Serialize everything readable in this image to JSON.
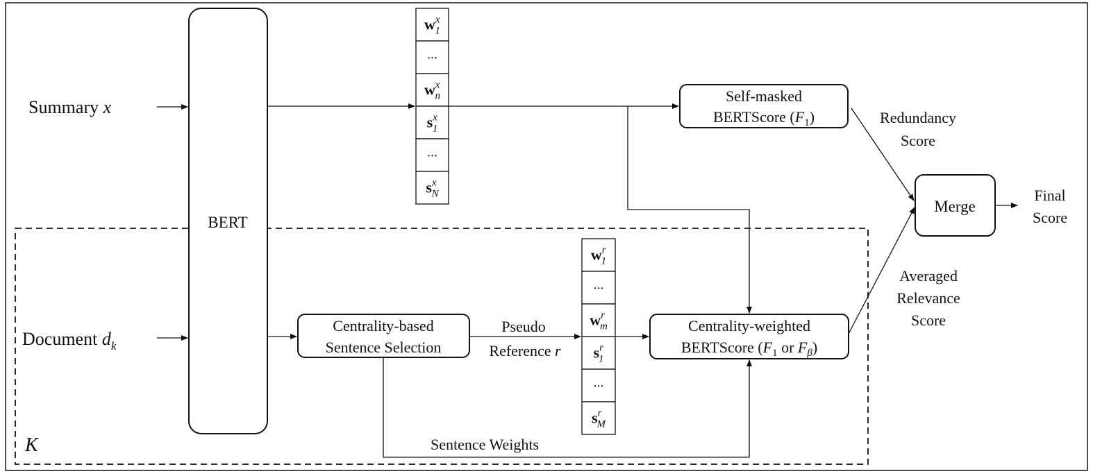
{
  "inputs": {
    "summary": {
      "label": "Summary",
      "var": "x"
    },
    "document": {
      "label": "Document",
      "var": "d",
      "sub": "k"
    }
  },
  "bert": {
    "label": "BERT"
  },
  "summary_vectors": [
    {
      "base": "w",
      "bold": true,
      "sup": "x",
      "sub": "1"
    },
    {
      "ellipsis": "..."
    },
    {
      "base": "w",
      "bold": true,
      "sup": "x",
      "sub": "n"
    },
    {
      "base": "s",
      "bold": true,
      "sup": "x",
      "sub": "1"
    },
    {
      "ellipsis": "..."
    },
    {
      "base": "s",
      "bold": true,
      "sup": "x",
      "sub": "N"
    }
  ],
  "reference_vectors": [
    {
      "base": "w",
      "bold": true,
      "sup": "r",
      "sub": "1"
    },
    {
      "ellipsis": "..."
    },
    {
      "base": "w",
      "bold": true,
      "sup": "r",
      "sub": "m"
    },
    {
      "base": "s",
      "bold": true,
      "sup": "r",
      "sub": "1"
    },
    {
      "ellipsis": "..."
    },
    {
      "base": "s",
      "bold": true,
      "sup": "r",
      "sub": "M"
    }
  ],
  "self_masked": {
    "line1": "Self-masked",
    "line2_text": "BERTScore (",
    "line2_var": "F",
    "line2_sub": "1",
    "line2_end": ")"
  },
  "centrality_selection": {
    "line1": "Centrality-based",
    "line2": "Sentence Selection"
  },
  "pseudo_reference": {
    "line1": "Pseudo",
    "line2_text": "Reference",
    "line2_var": "r"
  },
  "centrality_weighted": {
    "line1": "Centrality-weighted",
    "line2_text": "BERTScore (",
    "var1": "F",
    "sub1": "1",
    "or_text": " or ",
    "var2": "F",
    "sub2": "β",
    "line2_end": ")"
  },
  "redundancy": {
    "line1": "Redundancy",
    "line2": "Score"
  },
  "relevance": {
    "line1": "Averaged",
    "line2": "Relevance",
    "line3": "Score"
  },
  "merge": {
    "label": "Merge"
  },
  "final": {
    "line1": "Final",
    "line2": "Score"
  },
  "sentence_weights": {
    "label": "Sentence Weights"
  },
  "loop": {
    "var": "K"
  }
}
